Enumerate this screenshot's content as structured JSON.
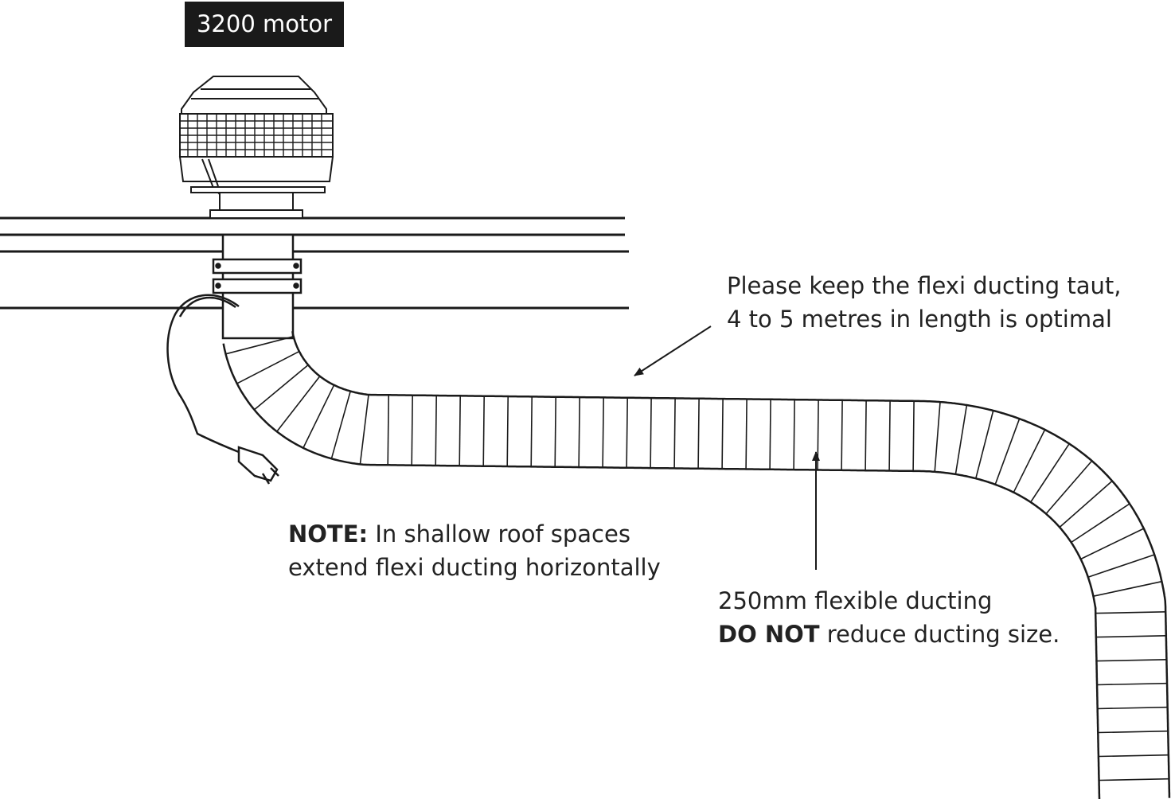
{
  "motor_label": "3200 motor",
  "callouts": {
    "taut": {
      "line1": "Please keep the flexi ducting taut,",
      "line2": "4 to 5 metres in length is optimal"
    },
    "note": {
      "bold": "NOTE:",
      "line1_rest": " In shallow roof spaces",
      "line2": "extend flexi ducting horizontally"
    },
    "ducting": {
      "line1": "250mm flexible ducting",
      "bold": "DO NOT",
      "line2_rest": " reduce ducting size."
    }
  },
  "colors": {
    "ink": "#1a1a1a",
    "label_bg": "#1a1a1a",
    "label_text": "#ffffff"
  }
}
